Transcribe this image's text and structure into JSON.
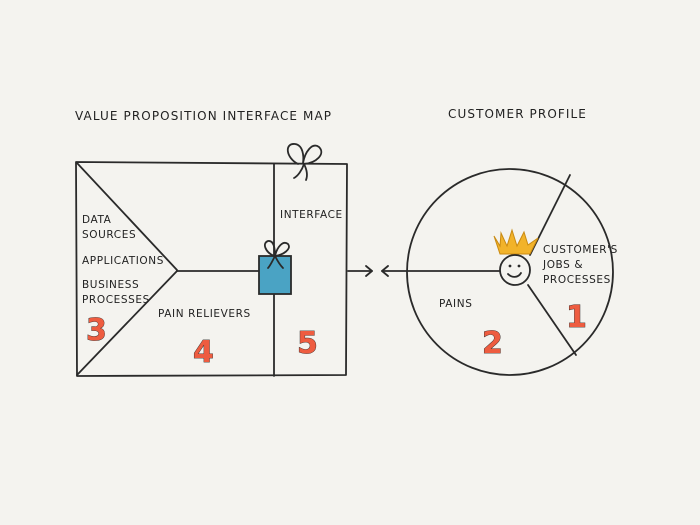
{
  "titles": {
    "left": "VALUE PROPOSITION INTERFACE MAP",
    "right": "CUSTOMER PROFILE"
  },
  "value_map": {
    "data_sources": [
      "DATA",
      "SOURCES"
    ],
    "applications": "APPLICATIONS",
    "business_processes": [
      "BUSINESS",
      "PROCESSES"
    ],
    "interface": "INTERFACE",
    "pain_relievers": "PAIN RELIEVERS",
    "numbers": {
      "left_section": "3",
      "pain_relievers": "4",
      "interface": "5"
    }
  },
  "customer_profile": {
    "jobs": [
      "CUSTOMER'S",
      "JOBS &",
      "PROCESSES"
    ],
    "pains": "PAINS",
    "numbers": {
      "jobs": "1",
      "pains": "2"
    }
  },
  "colors": {
    "background": "#f4f3ef",
    "ink": "#2a2a2a",
    "number": "#ee5c40",
    "gift": "#4aa3c4",
    "crown": "#f2b32a"
  },
  "icons": [
    "gift-icon",
    "bow-icon",
    "crown-icon",
    "smiley-face-icon",
    "double-arrow-icon"
  ]
}
